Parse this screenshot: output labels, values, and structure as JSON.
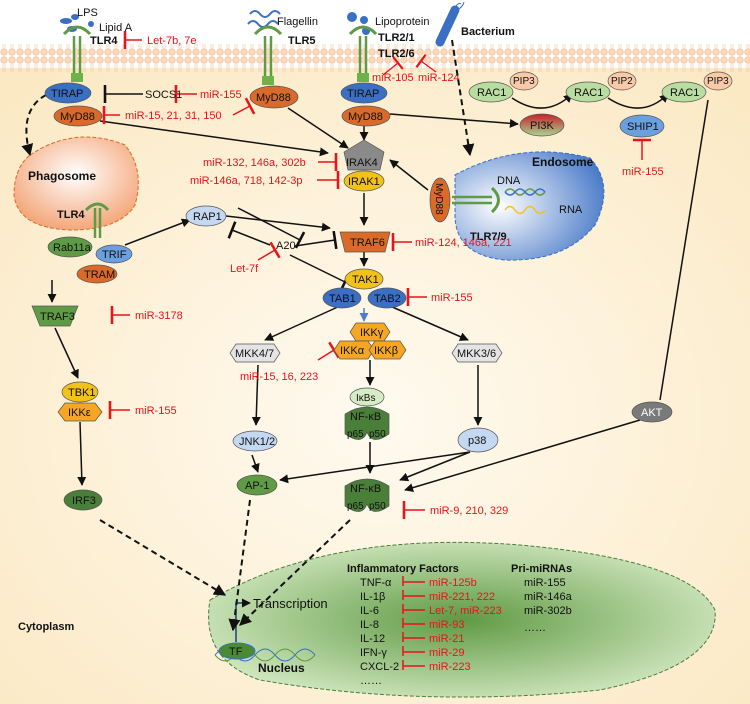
{
  "ligands": {
    "lps": "LPS",
    "lipid_a": "Lipid A",
    "flagellin": "Flagellin",
    "lipoprotein": "Lipoprotein",
    "bacterium": "Bacterium"
  },
  "receptors": {
    "tlr4": "TLR4",
    "tlr5": "TLR5",
    "tlr21": "TLR2/1",
    "tlr26": "TLR2/6",
    "tlr79": "TLR7/9",
    "tlr4_phago": "TLR4"
  },
  "compartments": {
    "phagosome": "Phagosome",
    "endosome": "Endosome",
    "cytoplasm": "Cytoplasm",
    "nucleus": "Nucleus",
    "dna": "DNA",
    "rna": "RNA"
  },
  "nodes": {
    "tirap1": "TIRAP",
    "myd88_1": "MyD88",
    "socs1": "SOCS1",
    "myd88_2": "MyD88",
    "tirap2": "TIRAP",
    "myd88_3": "MyD88",
    "rac1_a": "RAC1",
    "pip3_a": "PIP3",
    "rac1_b": "RAC1",
    "pip2": "PIP2",
    "rac1_c": "RAC1",
    "pip3_c": "PIP3",
    "pi3k": "PI3K",
    "ship1": "SHIP1",
    "irak4": "IRAK4",
    "irak1": "IRAK1",
    "myd88_endo": "MyD88",
    "rab11a": "Rab11a",
    "trif": "TRIF",
    "tram": "TRAM",
    "rap1": "RAP1",
    "a20": "A20",
    "traf6": "TRAF6",
    "tak1": "TAK1",
    "tab1": "TAB1",
    "tab2": "TAB2",
    "ikkg": "IKKγ",
    "ikka": "IKKα",
    "ikkb": "IKKβ",
    "mkk47": "MKK4/7",
    "mkk36": "MKK3/6",
    "traf3": "TRAF3",
    "tbk1": "TBK1",
    "ikke": "IKKε",
    "ikbs": "IκBs",
    "nfkb1": "NF-κB",
    "p65_1": "p65",
    "p50_1": "p50",
    "jnk": "JNK1/2",
    "p38": "p38",
    "akt": "AKT",
    "ap1": "AP-1",
    "nfkb2": "NF-κB",
    "p65_2": "p65",
    "p50_2": "p50",
    "irf3": "IRF3",
    "tf": "TF",
    "transcription": "Transcription"
  },
  "mirnas": {
    "let7b": "Let-7b, 7e",
    "mir105": "miR-105",
    "mir124a": "miR-124",
    "mir155_socs": "miR-155",
    "mir15": "miR-15, 21, 31, 150",
    "mir132": "miR-132, 146a, 302b",
    "mir146": "miR-146a, 718, 142-3p",
    "mir155_ship": "miR-155",
    "let7f": "Let-7f",
    "mir124b": "miR-124, 146a, 221",
    "mir155_tab": "miR-155",
    "mir3178": "miR-3178",
    "mir15b": "miR-15, 16, 223",
    "mir155_ikk": "miR-155",
    "mir9": "miR-9, 210, 329"
  },
  "nucleus": {
    "factors_title": "Inflammatory Factors",
    "factors": [
      {
        "name": "TNF-α",
        "mirna": "miR-125b"
      },
      {
        "name": "IL-1β",
        "mirna": "miR-221, 222"
      },
      {
        "name": "IL-6",
        "mirna": "Let-7, miR-223"
      },
      {
        "name": "IL-8",
        "mirna": "miR-93"
      },
      {
        "name": "IL-12",
        "mirna": "miR-21"
      },
      {
        "name": "IFN-γ",
        "mirna": "miR-29"
      },
      {
        "name": "CXCL-2",
        "mirna": "miR-223"
      },
      {
        "name": "……",
        "mirna": ""
      }
    ],
    "pri_title": "Pri-miRNAs",
    "pri": [
      "miR-155",
      "miR-146a",
      "miR-302b",
      "……"
    ]
  },
  "colors": {
    "mirna": "#e8131b",
    "membrane": "#f9d3b0",
    "cytoplasm": "#fdf0d6",
    "blue": "#3a6fc4",
    "orange": "#d96a2a",
    "green": "#5f9a44",
    "yellow": "#f2c21a"
  }
}
